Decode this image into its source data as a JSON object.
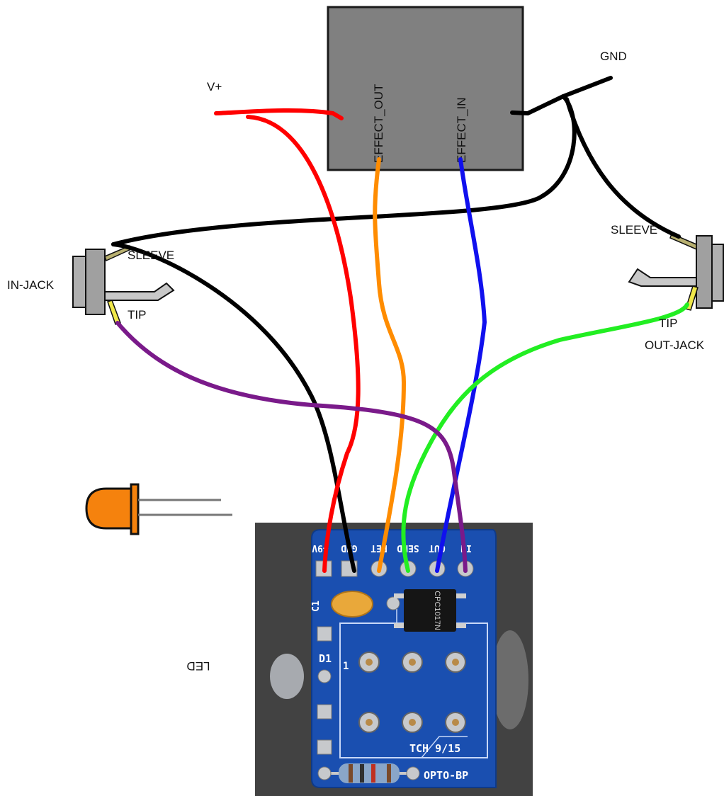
{
  "labels": {
    "v_plus": "V+",
    "gnd": "GND",
    "effect_out": "EFFECT_OUT",
    "effect_in": "EFFECT_IN",
    "in_jack": "IN-JACK",
    "in_sleeve": "SLEEVE",
    "in_tip": "TIP",
    "out_sleeve": "SLEEVE",
    "out_tip": "TIP",
    "out_jack": "OUT-JACK",
    "led": "LED"
  },
  "board": {
    "marking_bottom": "OPTO-BP",
    "marking_version": "TCH 9/15",
    "c1": "C1",
    "d1": "D1",
    "pin1": "1",
    "chip_text": "CPC1017N",
    "pin_labels": [
      "+9V",
      "GND",
      "RET",
      "SEND",
      "OUT",
      "IN"
    ]
  },
  "wires": [
    {
      "name": "v-plus-wire",
      "color": "#ff0000"
    },
    {
      "name": "ground-wire",
      "color": "#000000"
    },
    {
      "name": "effect-out-wire",
      "color": "#ff8c00"
    },
    {
      "name": "out-tip-wire",
      "color": "#22ee22"
    },
    {
      "name": "effect-in-wire",
      "color": "#1010ee"
    },
    {
      "name": "in-tip-wire",
      "color": "#7a1a8a"
    }
  ],
  "colors": {
    "effect_box": "#808080",
    "pcb": "#1a4fb0",
    "led": "#f5820d"
  }
}
